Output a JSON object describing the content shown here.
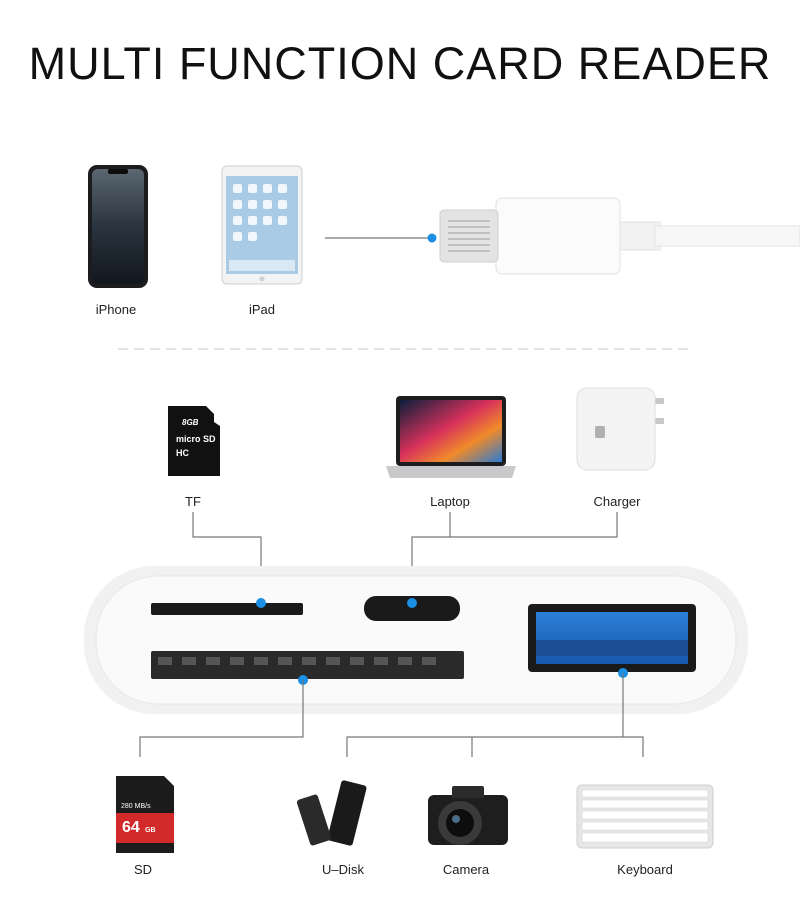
{
  "title": "MULTI FUNCTION CARD READER",
  "devices": {
    "iphone": "iPhone",
    "ipad": "iPad",
    "tf": "TF",
    "laptop": "Laptop",
    "charger": "Charger",
    "sd": "SD",
    "udisk": "U–Disk",
    "camera": "Camera",
    "keyboard": "Keyboard"
  },
  "printed_marks": {
    "microsd_card": [
      "8GB",
      "micro SD",
      "HC"
    ],
    "sd_card": [
      "280 MB/s",
      "64",
      "GB"
    ]
  },
  "colors": {
    "accent_dot": "#1a8fe3",
    "line": "#777777",
    "usb_blue": "#1e6fd0"
  }
}
